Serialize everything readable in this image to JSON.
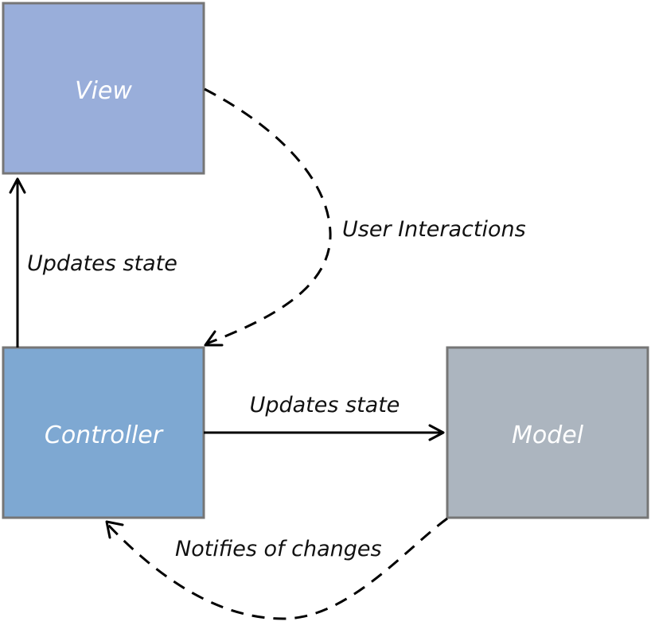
{
  "nodes": {
    "view": {
      "label": "View",
      "color": "#99AEDA"
    },
    "controller": {
      "label": "Controller",
      "color": "#7EA8D2"
    },
    "model": {
      "label": "Model",
      "color": "#ACB5BF"
    }
  },
  "edges": {
    "controller_to_view": {
      "label": "Updates state",
      "style": "solid"
    },
    "view_to_controller": {
      "label": "User Interactions",
      "style": "dashed"
    },
    "controller_to_model": {
      "label": "Updates state",
      "style": "solid"
    },
    "model_to_controller": {
      "label": "Notifies of changes",
      "style": "dashed"
    }
  },
  "colors": {
    "border": "#767676",
    "line": "#000000",
    "node_text": "#FFFFFF"
  }
}
